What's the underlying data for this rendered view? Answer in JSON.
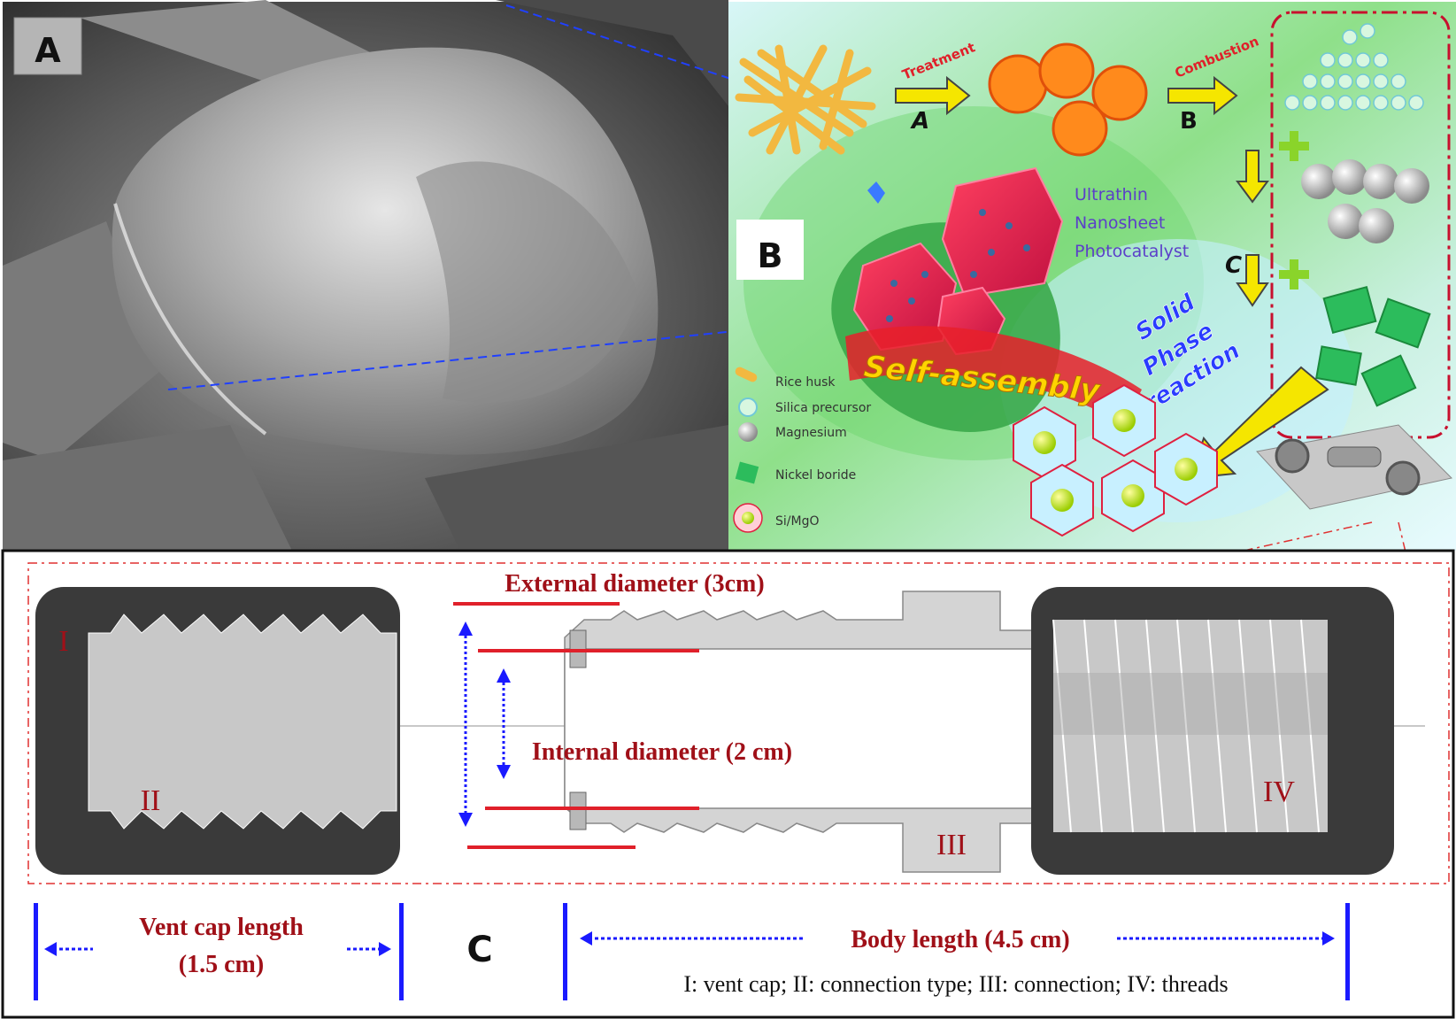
{
  "panel_a": {
    "label": "A"
  },
  "panel_b": {
    "label": "B",
    "step_labels": {
      "treatment": "Treatment",
      "combustion": "Combustion"
    },
    "arrow_letters": {
      "a": "A",
      "b": "B",
      "c": "C"
    },
    "product": {
      "line1": "Ultrathin",
      "line2": "Nanosheet",
      "line3": "Photocatalyst"
    },
    "self_assembly": "Self-assembly",
    "reaction": {
      "line1": "Solid",
      "line2": "Phase",
      "line3": "reaction"
    },
    "legend": [
      {
        "label": "Rice husk",
        "icon": "rice-husk-icon"
      },
      {
        "label": "Silica precursor",
        "icon": "silica-precursor-icon"
      },
      {
        "label": "Magnesium",
        "icon": "magnesium-icon"
      },
      {
        "label": "Nickel boride",
        "icon": "nickel-boride-icon"
      },
      {
        "label": "Si/MgO",
        "icon": "si-mgo-icon"
      }
    ],
    "colors": {
      "arrow": "#f5e600",
      "label_red": "#e0202a",
      "product_text": "#5b3fc9",
      "box_border": "#c8102e"
    }
  },
  "panel_c": {
    "label": "C",
    "external_diameter": "External diameter (3cm)",
    "internal_diameter": "Internal diameter (2 cm)",
    "vent_cap_length": {
      "line1": "Vent cap length",
      "line2": "(1.5 cm)"
    },
    "body_length": "Body length (4.5 cm)",
    "part_labels": {
      "i": "I",
      "ii": "II",
      "iii": "III",
      "iv": "IV"
    },
    "caption": "I: vent cap; II: connection type; III: connection; IV: threads",
    "colors": {
      "dimension_red": "#a01018",
      "dimension_blue": "#1a1aff",
      "cap_dark": "#3a3a3a",
      "part_gray": "#c8c8c8"
    }
  }
}
